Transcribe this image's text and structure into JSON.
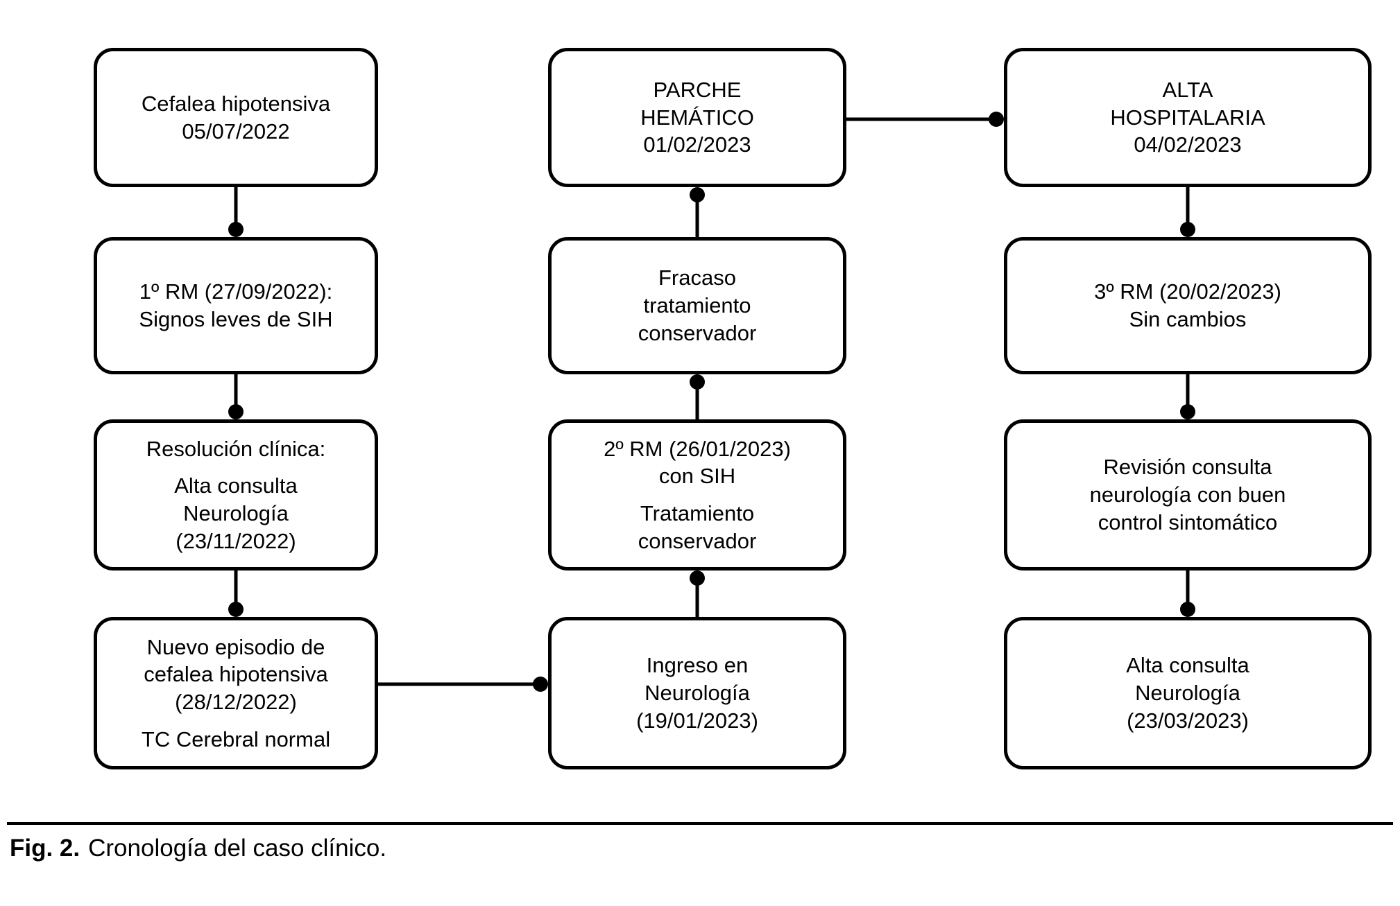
{
  "figure": {
    "caption_label": "Fig. 2.",
    "caption_text": "Cronología del caso clínico."
  },
  "nodes": {
    "cefalea_hipotensiva": {
      "paragraphs": [
        "Cefalea hipotensiva\n05/07/2022"
      ]
    },
    "rm1": {
      "paragraphs": [
        "1º RM (27/09/2022):\nSignos leves de SIH"
      ]
    },
    "resolucion_clinica": {
      "paragraphs": [
        "Resolución clínica:",
        "Alta consulta\nNeurología\n(23/11/2022)"
      ]
    },
    "nuevo_episodio": {
      "paragraphs": [
        "Nuevo episodio de\ncefalea hipotensiva\n(28/12/2022)",
        "TC Cerebral normal"
      ]
    },
    "parche_hematico": {
      "paragraphs": [
        "PARCHE\nHEMÁTICO\n01/02/2023"
      ]
    },
    "fracaso_tratamiento": {
      "paragraphs": [
        "Fracaso\ntratamiento\nconservador"
      ]
    },
    "rm2": {
      "paragraphs": [
        "2º RM (26/01/2023)\ncon SIH",
        "Tratamiento\nconservador"
      ]
    },
    "ingreso_neurologia": {
      "paragraphs": [
        "Ingreso en\nNeurología\n(19/01/2023)"
      ]
    },
    "alta_hospitalaria": {
      "paragraphs": [
        "ALTA\nHOSPITALARIA\n04/02/2023"
      ]
    },
    "rm3": {
      "paragraphs": [
        "3º RM (20/02/2023)\nSin cambios"
      ]
    },
    "revision_consulta": {
      "paragraphs": [
        "Revisión consulta\nneurología con buen\ncontrol sintomático"
      ]
    },
    "alta_consulta": {
      "paragraphs": [
        "Alta consulta\nNeurología\n(23/03/2023)"
      ]
    }
  },
  "edges": [
    {
      "from": "cefalea_hipotensiva",
      "to": "rm1"
    },
    {
      "from": "rm1",
      "to": "resolucion_clinica"
    },
    {
      "from": "resolucion_clinica",
      "to": "nuevo_episodio"
    },
    {
      "from": "nuevo_episodio",
      "to": "ingreso_neurologia"
    },
    {
      "from": "ingreso_neurologia",
      "to": "rm2"
    },
    {
      "from": "rm2",
      "to": "fracaso_tratamiento"
    },
    {
      "from": "fracaso_tratamiento",
      "to": "parche_hematico"
    },
    {
      "from": "parche_hematico",
      "to": "alta_hospitalaria"
    },
    {
      "from": "alta_hospitalaria",
      "to": "rm3"
    },
    {
      "from": "rm3",
      "to": "revision_consulta"
    },
    {
      "from": "revision_consulta",
      "to": "alta_consulta"
    }
  ],
  "colors": {
    "line": "#000000",
    "background": "#ffffff",
    "text": "#000000"
  }
}
